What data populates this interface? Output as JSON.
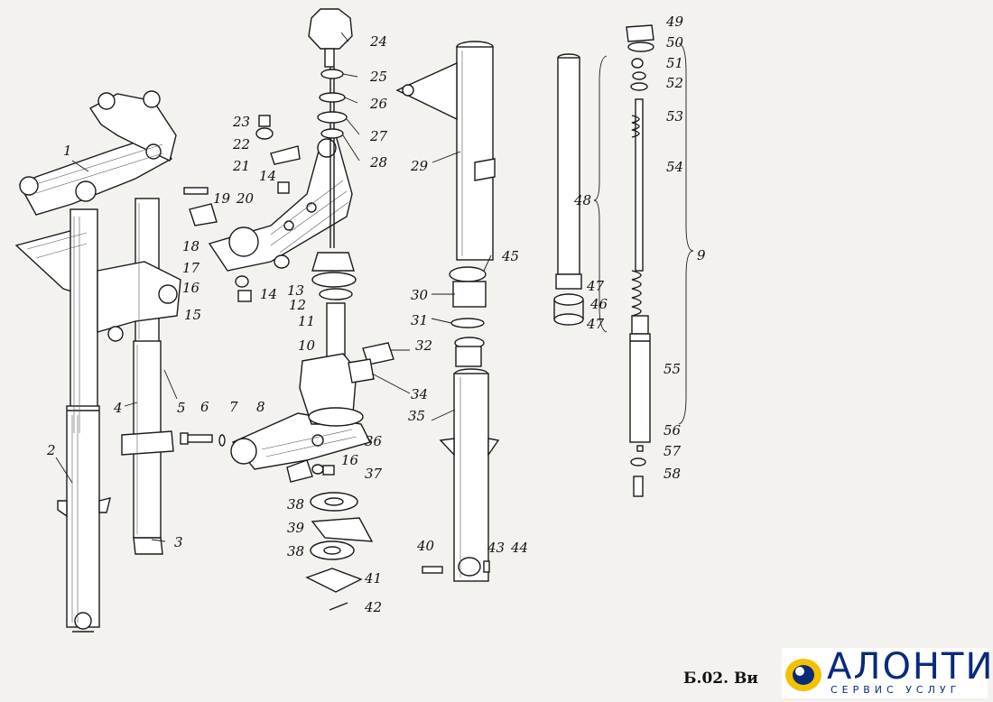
{
  "callouts": {
    "n1": "1",
    "n2": "2",
    "n3": "3",
    "n4": "4",
    "n5": "5",
    "n6": "6",
    "n7": "7",
    "n8": "8",
    "n9": "9",
    "n10": "10",
    "n11": "11",
    "n12": "12",
    "n13": "13",
    "n14a": "14",
    "n14b": "14",
    "n15": "15",
    "n16a": "16",
    "n16b": "16",
    "n17": "17",
    "n18": "18",
    "n19": "19",
    "n20": "20",
    "n21": "21",
    "n22": "22",
    "n23": "23",
    "n24": "24",
    "n25": "25",
    "n26": "26",
    "n27": "27",
    "n28": "28",
    "n29": "29",
    "n30": "30",
    "n31": "31",
    "n32": "32",
    "n34": "34",
    "n35": "35",
    "n36": "36",
    "n37": "37",
    "n38a": "38",
    "n38b": "38",
    "n39": "39",
    "n40": "40",
    "n41": "41",
    "n42": "42",
    "n43": "43",
    "n44": "44",
    "n45": "45",
    "n46": "46",
    "n47a": "47",
    "n47b": "47",
    "n48": "48",
    "n49": "49",
    "n50": "50",
    "n51": "51",
    "n52": "52",
    "n53": "53",
    "n54": "54",
    "n55": "55",
    "n56": "56",
    "n57": "57",
    "n58": "58"
  },
  "caption": "Б.02. Ви",
  "logo": {
    "word": "АЛОНТИ",
    "sub": "СЕРВИС УСЛУГ",
    "colors": {
      "blue": "#0a2a7a",
      "yellow": "#f2c200"
    }
  }
}
